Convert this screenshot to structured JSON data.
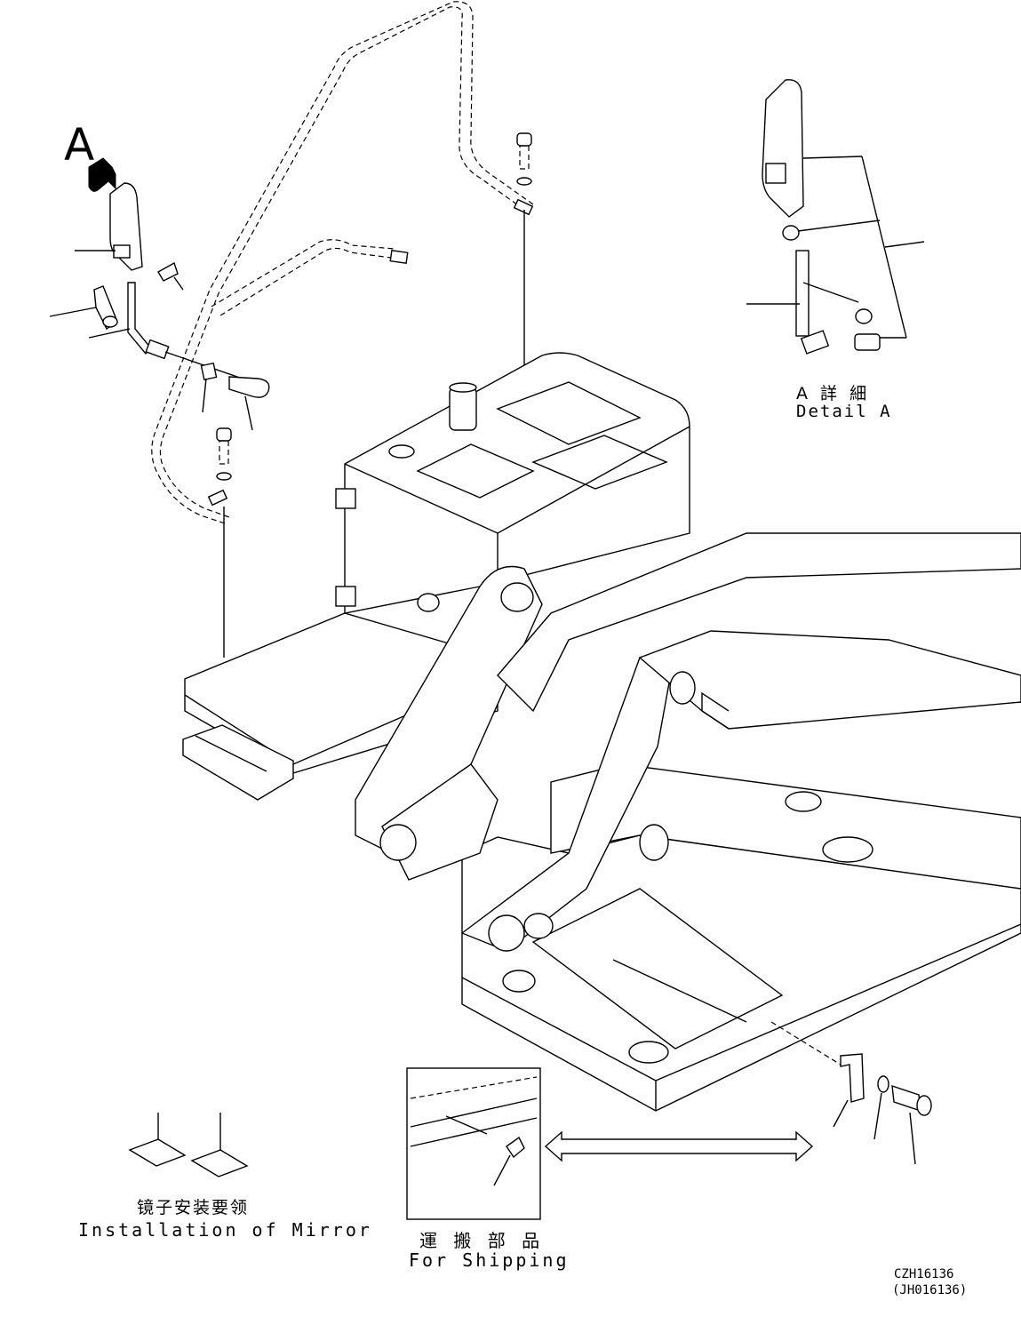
{
  "view_arrow_label": "A",
  "detail": {
    "title_jp": "A 詳 細",
    "title_en": "Detail A"
  },
  "mirror_installation": {
    "title_cn": "镜子安装要领",
    "title_en": "Installation of Mirror"
  },
  "shipping": {
    "title_jp": "運 搬 部 品",
    "title_en": "For Shipping"
  },
  "drawing_codes": {
    "primary": "CZH16136",
    "secondary": "(JH016136)"
  }
}
